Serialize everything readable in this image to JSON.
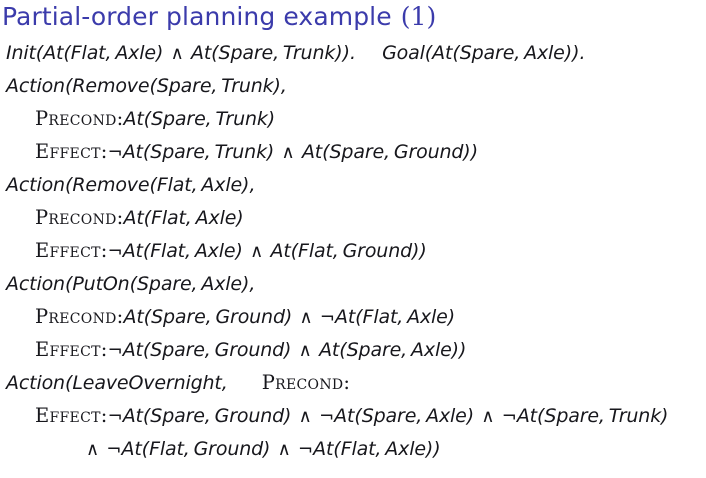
{
  "slide": {
    "title": "Partial-order planning example (1)",
    "title_text": "Partial-order planning example",
    "title_number": "(1)",
    "title_color": "#3b3bab",
    "background_color": "#ffffff",
    "text_color": "#17171c"
  },
  "symbols": {
    "and": "∧",
    "not": "¬",
    "lparen": "(",
    "rparen": ")",
    "comma": ",",
    "period": ".",
    "colon": ":"
  },
  "keywords": {
    "init": "Init",
    "goal": "Goal",
    "action": "Action",
    "precond": "Precond",
    "effect": "Effect",
    "precond_label": "Precond:",
    "effect_label": "Effect:"
  },
  "predicates": {
    "at": "At",
    "remove": "Remove",
    "puton": "PutOn",
    "leaveovernight": "LeaveOvernight"
  },
  "terms": {
    "flat": "Flat",
    "spare": "Spare",
    "axle": "Axle",
    "trunk": "Trunk",
    "ground": "Ground"
  },
  "lines": [
    {
      "id": "init-goal-line",
      "indent": 0,
      "text": "Init(At(Flat, Axle) ∧ At(Spare, Trunk)).   Goal(At(Spare, Axle))."
    },
    {
      "id": "action-remove-spare-header",
      "indent": 0,
      "text": "Action(Remove(Spare, Trunk),"
    },
    {
      "id": "action-remove-spare-precond",
      "indent": 1,
      "text": "Precond:At(Spare, Trunk)"
    },
    {
      "id": "action-remove-spare-effect",
      "indent": 1,
      "text": "Effect:¬At(Spare, Trunk) ∧ At(Spare, Ground))"
    },
    {
      "id": "action-remove-flat-header",
      "indent": 0,
      "text": "Action(Remove(Flat, Axle),"
    },
    {
      "id": "action-remove-flat-precond",
      "indent": 1,
      "text": "Precond:At(Flat, Axle)"
    },
    {
      "id": "action-remove-flat-effect",
      "indent": 1,
      "text": "Effect:¬At(Flat, Axle) ∧ At(Flat, Ground))"
    },
    {
      "id": "action-puton-spare-header",
      "indent": 0,
      "text": "Action(PutOn(Spare, Axle),"
    },
    {
      "id": "action-puton-spare-precond",
      "indent": 1,
      "text": "Precond:At(Spare, Ground) ∧ ¬At(Flat, Axle)"
    },
    {
      "id": "action-puton-spare-effect",
      "indent": 1,
      "text": "Effect:¬At(Spare, Ground) ∧ At(Spare, Axle))"
    },
    {
      "id": "action-leaveovernight-header",
      "indent": 0,
      "text": "Action(LeaveOvernight,    Precond:"
    },
    {
      "id": "action-leaveovernight-effect",
      "indent": 1,
      "text": "Effect:¬At(Spare, Ground) ∧ ¬At(Spare, Axle) ∧ ¬At(Spare, Trunk)"
    },
    {
      "id": "action-leaveovernight-effect-cont",
      "indent": 2,
      "text": "∧ ¬At(Flat, Ground) ∧ ¬At(Flat, Axle))"
    }
  ]
}
